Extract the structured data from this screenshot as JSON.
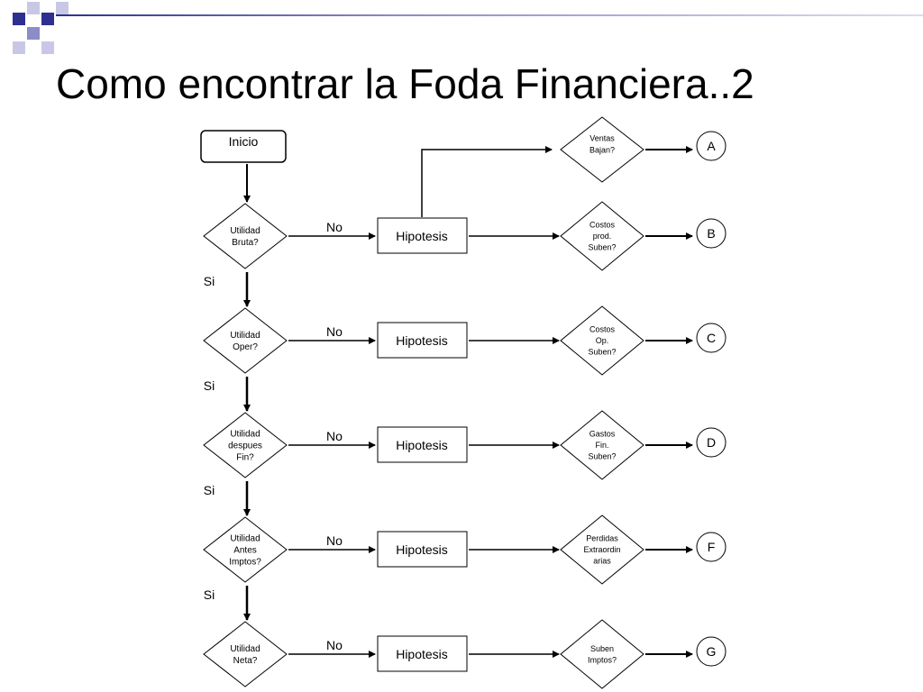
{
  "slide": {
    "title": "Como encontrar la Foda Financiera..2"
  },
  "colors": {
    "deco_dark": "#2f2f8f",
    "deco_mid": "#8c8cc8",
    "deco_light": "#c8c8e6",
    "line": "#000000"
  },
  "flow": {
    "start_label": "Inicio",
    "no_label": "No",
    "yes_label": "Si",
    "hypothesis_label": "Hipotesis",
    "top_question": [
      "Ventas",
      "Bajan?"
    ],
    "top_outcome": "A",
    "rows": [
      {
        "decision": [
          "Utilidad",
          "Bruta?"
        ],
        "question": [
          "Costos",
          "prod.",
          "Suben?"
        ],
        "outcome": "B"
      },
      {
        "decision": [
          "Utilidad",
          "Oper?"
        ],
        "question": [
          "Costos",
          "Op.",
          "Suben?"
        ],
        "outcome": "C"
      },
      {
        "decision": [
          "Utilidad",
          "despues",
          "Fin?"
        ],
        "question": [
          "Gastos",
          "Fin.",
          "Suben?"
        ],
        "outcome": "D"
      },
      {
        "decision": [
          "Utilidad",
          "Antes",
          "Imptos?"
        ],
        "question": [
          "Perdidas",
          "Extraordin",
          "arias"
        ],
        "outcome": "F"
      },
      {
        "decision": [
          "Utilidad",
          "Neta?"
        ],
        "question": [
          "Suben",
          "Imptos?"
        ],
        "outcome": "G"
      }
    ]
  }
}
